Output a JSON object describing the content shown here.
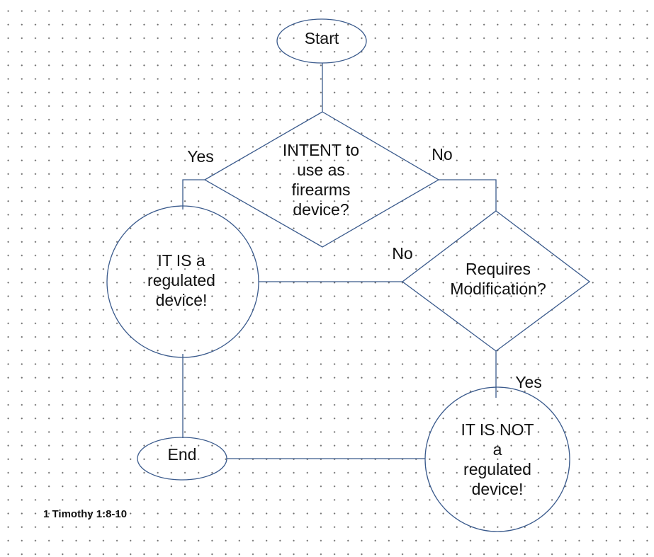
{
  "diagram": {
    "nodes": {
      "start": "Start",
      "intent": "INTENT to\nuse  as\nfirearms\ndevice?",
      "requires": "Requires\nModification?",
      "regulated": "IT IS a\nregulated\ndevice!",
      "not_regulated": "IT IS NOT\na\nregulated\ndevice!",
      "end": "End"
    },
    "edges": {
      "intent_yes": "Yes",
      "intent_no": "No",
      "requires_no": "No",
      "requires_yes": "Yes"
    },
    "reference": "1 Timothy 1:8-10",
    "colors": {
      "stroke": "#3a5a8c",
      "text": "#111111",
      "dots": "#6b6b6b"
    }
  }
}
